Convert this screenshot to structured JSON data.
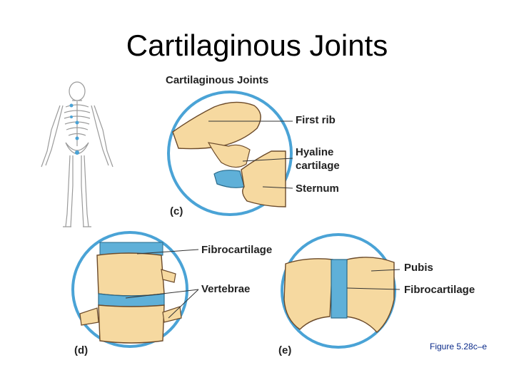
{
  "slide": {
    "title": "Cartilaginous Joints"
  },
  "figure": {
    "heading": "Cartilaginous Joints",
    "caption": "Figure 5.28c–e",
    "panels": {
      "c": {
        "letter": "(c)",
        "labels": {
          "first_rib": "First rib",
          "hyaline_line1": "Hyaline",
          "hyaline_line2": "cartilage",
          "sternum": "Sternum"
        }
      },
      "d": {
        "letter": "(d)",
        "labels": {
          "fibrocartilage": "Fibrocartilage",
          "vertebrae": "Vertebrae"
        }
      },
      "e": {
        "letter": "(e)",
        "labels": {
          "pubis": "Pubis",
          "fibrocartilage": "Fibrocartilage"
        }
      }
    }
  },
  "colors": {
    "bone": "#f6d9a0",
    "bone_outline": "#6b4a2a",
    "cartilage": "#5fb0d8",
    "ring": "#4aa3d6",
    "skeleton_line": "#9a9a9a",
    "caption": "#0a2a8a"
  }
}
